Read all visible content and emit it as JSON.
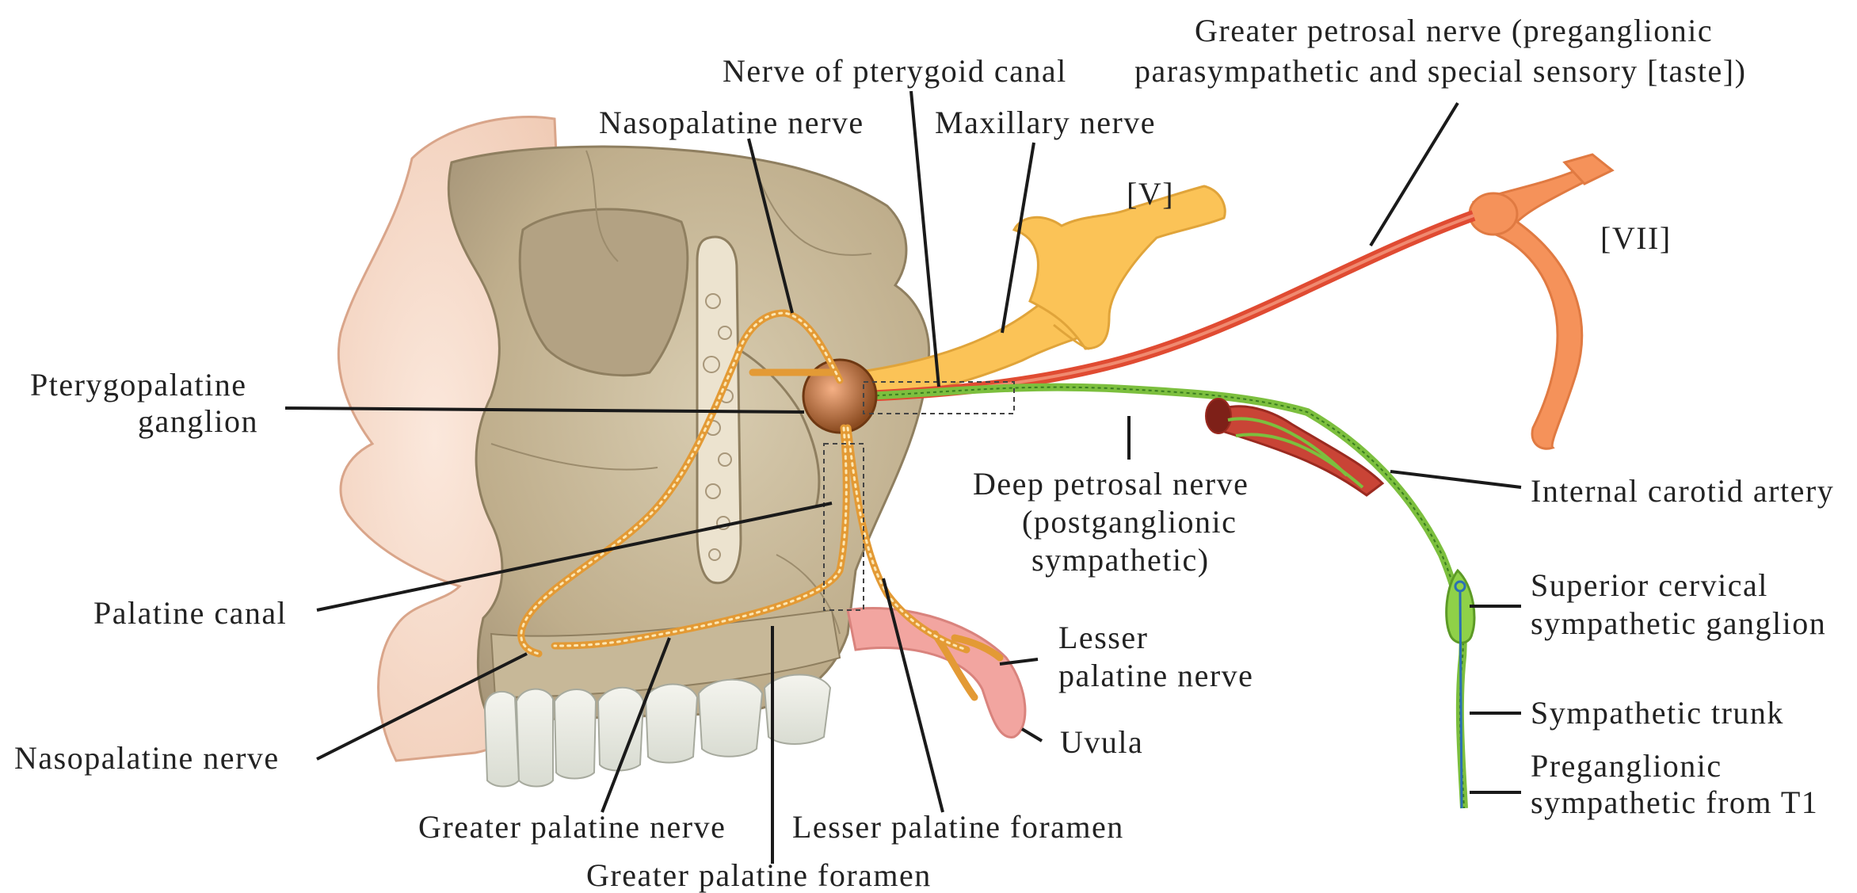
{
  "labels": {
    "greater_petrosal_line1": "Greater petrosal nerve (preganglionic",
    "greater_petrosal_line2": "parasympathetic and special sensory [taste])",
    "nerve_pterygoid_canal": "Nerve of pterygoid canal",
    "nasopalatine_top": "Nasopalatine nerve",
    "maxillary_nerve": "Maxillary nerve",
    "cn_v": "[V]",
    "cn_vii": "[VII]",
    "pterygopalatine_line1": "Pterygopalatine",
    "pterygopalatine_line2": "ganglion",
    "deep_petrosal_line1": "Deep petrosal nerve",
    "deep_petrosal_line2": "(postganglionic",
    "deep_petrosal_line3": "sympathetic)",
    "internal_carotid": "Internal carotid artery",
    "palatine_canal": "Palatine canal",
    "superior_cervical_line1": "Superior cervical",
    "superior_cervical_line2": "sympathetic ganglion",
    "lesser_palatine_nerve_line1": "Lesser",
    "lesser_palatine_nerve_line2": "palatine nerve",
    "sympathetic_trunk": "Sympathetic trunk",
    "uvula": "Uvula",
    "nasopalatine_bottom": "Nasopalatine nerve",
    "preganglionic_line1": "Preganglionic",
    "preganglionic_line2": "sympathetic from T1",
    "greater_palatine_nerve": "Greater palatine nerve",
    "lesser_palatine_foramen": "Lesser palatine foramen",
    "greater_palatine_foramen": "Greater palatine foramen"
  },
  "colors": {
    "bone": "#c9bb9c",
    "bone_dark": "#8f7f60",
    "skin": "#f6dccb",
    "maxillary_yellow": "#fbc357",
    "facial_orange": "#f5925a",
    "petrosal_red": "#e04b32",
    "sympathetic_green": "#7cbf3e",
    "artery_red": "#c94436",
    "ganglion_brown": "#a8622a",
    "uvula_pink": "#f2a5a0"
  }
}
